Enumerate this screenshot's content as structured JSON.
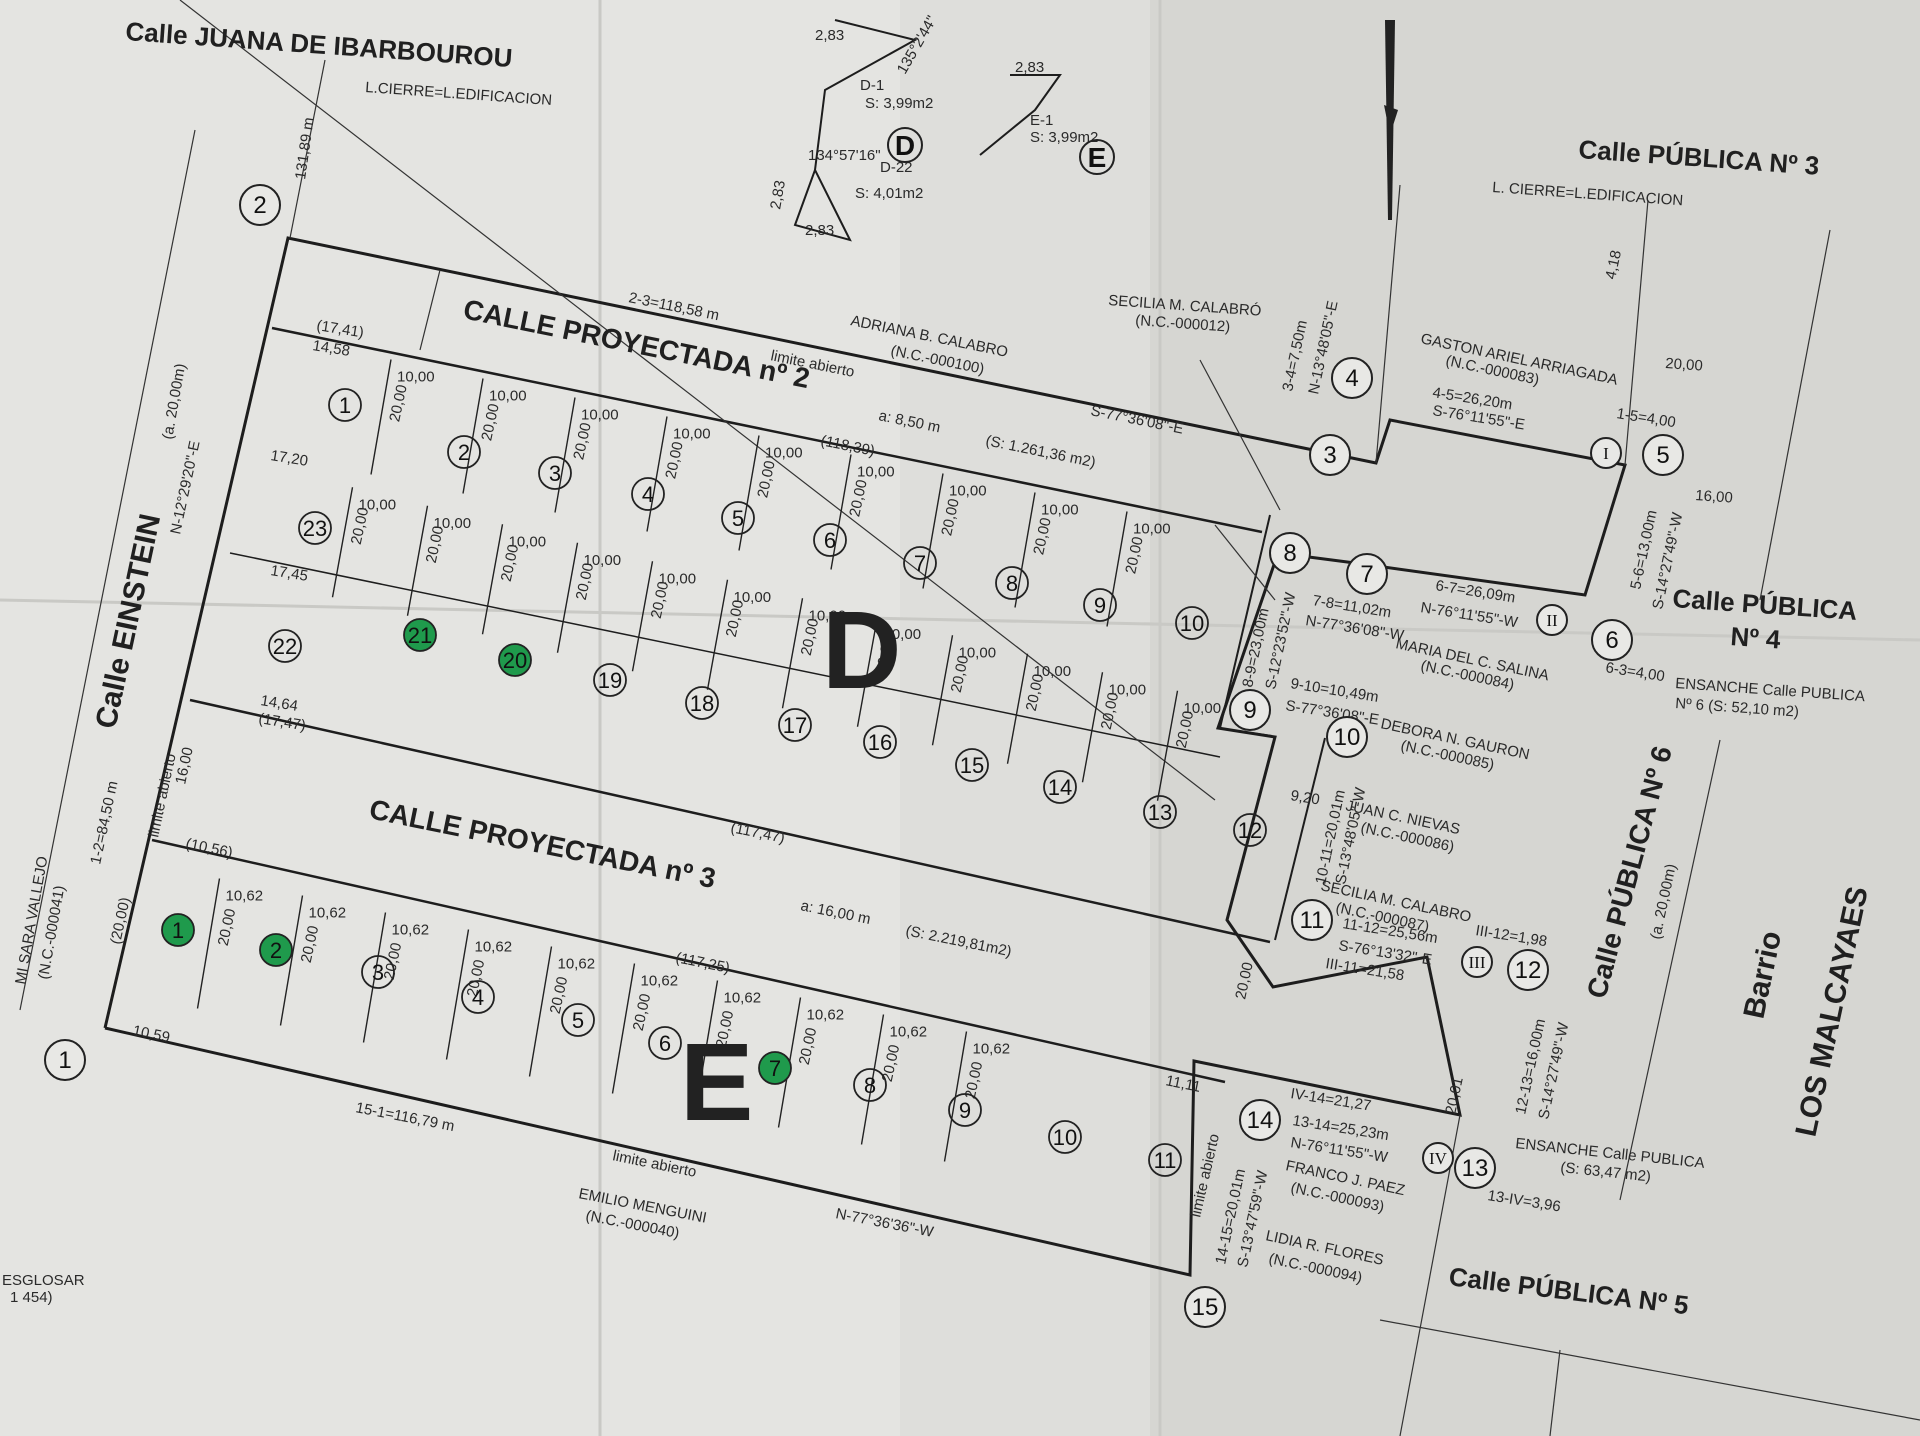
{
  "streets": {
    "juana": "Calle JUANA DE IBARBOUROU",
    "einstein": "Calle EINSTEIN",
    "proy2": "CALLE PROYECTADA nº 2",
    "proy3": "CALLE PROYECTADA nº 3",
    "pub3": "Calle PÚBLICA Nº 3",
    "pub4a": "Calle PÚBLICA",
    "pub4b": "Nº 4",
    "pub5": "Calle PÚBLICA Nº 5",
    "pub6": "Calle PÚBLICA Nº 6",
    "barrio1": "Barrio",
    "barrio2": "LOS MALCAYAES"
  },
  "blocks": {
    "d": "D",
    "e": "E"
  },
  "notes": {
    "cierre_left": "L.CIERRE=L.EDIFICACION",
    "cierre_right": "L. CIERRE=L.EDIFICACION",
    "limite1": "limite abierto",
    "limite2": "limite abierto",
    "limite3": "limite abierto",
    "limite4": "limite abierto",
    "ensanche6a": "ENSANCHE Calle PUBLICA",
    "ensanche6b": "Nº 6 (S: 52,10 m2)",
    "ensanche5a": "ENSANCHE Calle PUBLICA",
    "ensanche5b": "(S: 63,47 m2)",
    "proy2_width": "a: 8,50 m",
    "proy2_area": "(S: 1.261,36 m2)",
    "proy3_width": "a: 16,00 m",
    "proy3_area": "(S: 2.219,81m2)",
    "einstein_width": "(a. 20,00m)",
    "pub6_width": "(a. 20,00m)",
    "left_owner1": "MI SARA VALLEJO",
    "left_owner2": "(N.C.-000041)",
    "bottom_left1": "ESGLOSAR",
    "bottom_left2": "1 454)"
  },
  "owners": {
    "adriana": "ADRIANA B. CALABRO",
    "adriana_nc": "(N.C.-000100)",
    "secilia_top": "SECILIA M. CALABRÓ",
    "secilia_top_nc": "(N.C.-000012)",
    "gaston": "GASTON ARIEL ARRIAGADA",
    "gaston_nc": "(N.C.-000083)",
    "maria": "MARIA DEL C. SALINA",
    "maria_nc": "(N.C.-000084)",
    "debora": "DEBORA N. GAURON",
    "debora_nc": "(N.C.-000085)",
    "juan": "JUAN C. NIEVAS",
    "juan_nc": "(N.C.-000086)",
    "secilia_mid": "SECILIA M. CALABRO",
    "secilia_mid_nc": "(N.C.-000087)",
    "franco": "FRANCO J. PAEZ",
    "franco_nc": "(N.C.-000093)",
    "lidia": "LIDIA R. FLORES",
    "lidia_nc": "(N.C.-000094)",
    "emilio": "EMILIO MENGUINI",
    "emilio_nc": "(N.C.-000040)"
  },
  "bearings": {
    "b23": "2-3=118,58 m",
    "b23dir": "S-77°36'08\"-E",
    "b12": "1-2=84,50 m",
    "b12dir": "N-12°29'20\"-E",
    "b151": "15-1=116,79 m",
    "b151dir": "N-77°36'36\"-W",
    "b34": "3-4=7,50m",
    "b34dir": "N-13°48'05\"-E",
    "b45": "4-5=26,20m",
    "b45dir": "S-76°11'55\"-E",
    "b56": "5-6=13,00m",
    "b56dir": "S-14°27'49\"-W",
    "b67": "6-7=26,09m",
    "b67dir": "N-76°11'55\"-W",
    "b78": "7-8=11,02m",
    "b78dir": "N-77°36'08\"-W",
    "b89": "8-9=23,00m",
    "b89dir": "S-12°23'52\"-W",
    "b910": "9-10=10,49m",
    "b910dir": "S-77°36'08\"-E",
    "b1011": "10-11=20,01m",
    "b1011dir": "S-13°48'05\"-W",
    "b1112": "11-12=25,56m",
    "b1112dir": "S-76°13'32\"-E",
    "b1213": "12-13=16,00m",
    "b1213dir": "S-14°27'49\"-W",
    "b1314": "13-14=25,23m",
    "b1314dir": "N-76°11'55\"-W",
    "b1415": "14-15=20,01m",
    "b1415dir": "S-13°47'59\"-W",
    "biii": "III-11=21,58",
    "biv": "IV-14=21,27",
    "b35": "1-5=4,00",
    "b63": "6-3=4,00",
    "b13iv": "13-IV=3,96",
    "b12iii": "III-12=1,98"
  },
  "dims": {
    "d1": "10,00",
    "d2": "20,00",
    "d3": "10,62",
    "d4": "20,00",
    "d5": "17,20",
    "d6": "17,45",
    "d7": "14,64",
    "d8": "(17,47)",
    "d9": "(17,41)",
    "d10": "14,58",
    "d11": "(118,39)",
    "d12": "(117,47)",
    "d13": "(117,25)",
    "d14": "(10,56)",
    "d15": "10,59",
    "d16": "11,11",
    "d17": "131,89 m",
    "d18": "16,00",
    "d19": "(20,00)",
    "d20": "20,00",
    "d21": "20,01",
    "d22": "16,00",
    "d23": "20,00",
    "d24": "9,20",
    "d25": "4,18"
  },
  "insets": {
    "d1_label": "D-1",
    "d1_area": "S: 3,99m2",
    "d22_label": "D-22",
    "d22_area": "S: 4,01m2",
    "e1_label": "E-1",
    "e1_area": "S: 3,99m2",
    "d_letter": "D",
    "e_letter": "E",
    "side1": "2,83",
    "side2": "2,83",
    "side3": "2,83",
    "side4": "2,83",
    "ang1": "135°2'44\"",
    "ang2": "134°57'16\""
  },
  "vertices": [
    "1",
    "2",
    "3",
    "4",
    "5",
    "6",
    "7",
    "8",
    "9",
    "10",
    "11",
    "12",
    "13",
    "14",
    "15"
  ],
  "roman": [
    "I",
    "II",
    "III",
    "IV"
  ],
  "block_d_top": [
    "1",
    "2",
    "3",
    "4",
    "5",
    "6",
    "7",
    "8",
    "9",
    "10"
  ],
  "block_d_bottom": [
    "23",
    "22",
    "21",
    "20",
    "19",
    "18",
    "17",
    "16",
    "15",
    "14",
    "13",
    "12",
    "11"
  ],
  "block_e": [
    "1",
    "2",
    "3",
    "4",
    "5",
    "6",
    "7",
    "8",
    "9",
    "10",
    "11"
  ],
  "colors": {
    "paper": "#dcdcd9",
    "ink": "#1d1d1d",
    "marker": "#1f9a4c"
  }
}
